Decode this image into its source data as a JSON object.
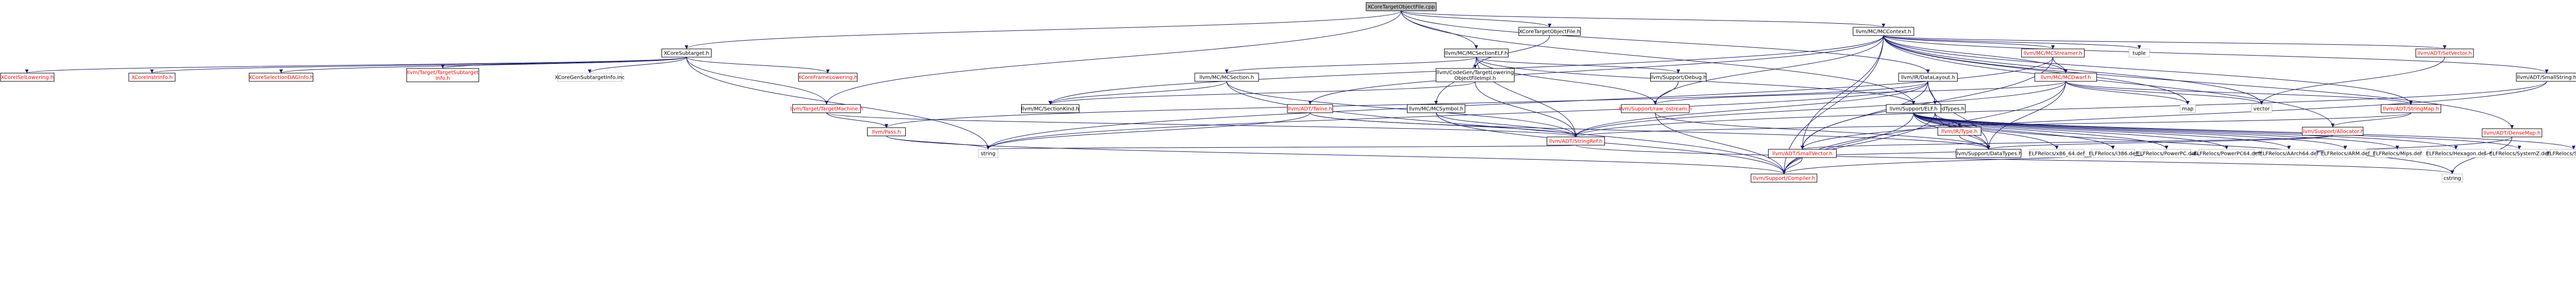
{
  "colors": {
    "internal": "#191970",
    "external": "#bfbfbf",
    "root_fill": "#bfbfbf",
    "node_fill": "#ffffff",
    "red_text": "#ff0000",
    "text": "#000000"
  },
  "nodes": {
    "root": "XCoreTargetObjectFile.cpp",
    "xcore_subtarget": "XCoreSubtarget.h",
    "xcore_tof_h": "XCoreTargetObjectFile.h",
    "mccontext": "llvm/MC/MCContext.h",
    "mcsectionelf": "llvm/MC/MCSectionELF.h",
    "mcstreamer": "llvm/MC/MCStreamer.h",
    "setvector": "llvm/ADT/SetVector.h",
    "tuple": "tuple",
    "codegen_tlof": "llvm/CodeGen/TargetLowering\nObjectFileImpl.h",
    "mcsection": "llvm/MC/MCSection.h",
    "support_debug": "llvm/Support/Debug.h",
    "ir_datalayout": "llvm/IR/DataLayout.h",
    "mcdwarf": "llvm/MC/MCDwarf.h",
    "small_string": "llvm/ADT/SmallString.h",
    "support_elf": "llvm/Support/ELF.h",
    "xcore_isel": "XCoreISelLowering.h",
    "xcore_instrinfo": "XCoreInstrInfo.h",
    "xcore_seldag": "XCoreSelectionDAGInfo.h",
    "target_subtarget": "llvm/Target/TargetSubtarget\nInfo.h",
    "xcore_framelowering": "XCoreFrameLowering.h",
    "xcore_gen_subtarget": "XCoreGenSubtargetInfo.inc",
    "target_machine": "llvm/Target/TargetMachine.h",
    "mcsectionkind": "llvm/MC/SectionKind.h",
    "mcsymbol": "llvm/MC/MCSymbol.h",
    "adt_twine": "llvm/ADT/Twine.h",
    "raw_ostream": "llvm/Support/raw_ostream.h",
    "derived_types": "llvm/IR/DerivedTypes.h",
    "ir_type": "llvm/IR/Type.h",
    "map": "map",
    "string_map": "llvm/ADT/StringMap.h",
    "support_allocator": "llvm/Support/Allocator.h",
    "vector": "vector",
    "dense_map": "llvm/ADT/DenseMap.h",
    "llvm_pass": "llvm/Pass.h",
    "string_ref": "llvm/ADT/StringRef.h",
    "small_vector": "llvm/ADT/SmallVector.h",
    "data_types": "llvm/Support/DataTypes.h",
    "string": "string",
    "compiler": "llvm/Support/Compiler.h",
    "elf_x86_64": "ELFRelocs/x86_64.def",
    "elf_i386": "ELFRelocs/i386.def",
    "elf_ppc": "ELFRelocs/PowerPC.def",
    "elf_ppc64": "ELFRelocs/PowerPC64.def",
    "elf_aarch64": "ELFRelocs/AArch64.def",
    "elf_arm": "ELFRelocs/ARM.def",
    "elf_mips": "ELFRelocs/Mips.def",
    "elf_hexagon": "ELFRelocs/Hexagon.def",
    "elf_systemz": "ELFRelocs/SystemZ.def",
    "elf_sparc": "ELFRelocs/Sparc.def",
    "cstring": "cstring"
  }
}
